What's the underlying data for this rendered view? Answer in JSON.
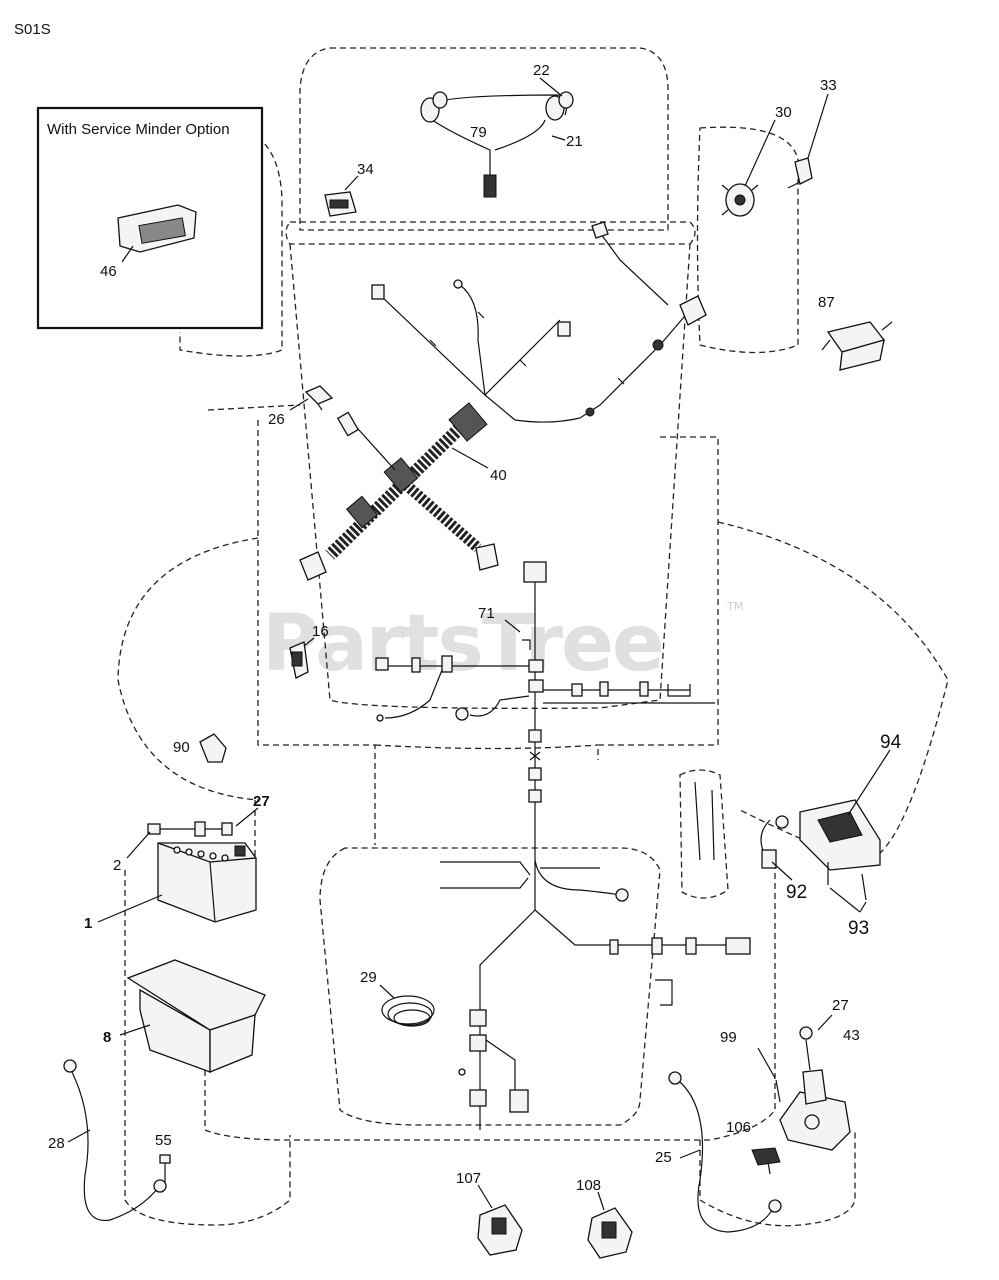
{
  "diagram_id": "S01S",
  "option_box": {
    "title": "With Service Minder Option",
    "part": "46"
  },
  "watermark": {
    "text": "PartsTree",
    "tm": "TM"
  },
  "labels": {
    "p1": "1",
    "p2": "2",
    "p8": "8",
    "p16": "16",
    "p21": "21",
    "p22": "22",
    "p25": "25",
    "p26": "26",
    "p27a": "27",
    "p27b": "27",
    "p28": "28",
    "p29": "29",
    "p30": "30",
    "p33": "33",
    "p34": "34",
    "p40": "40",
    "p43": "43",
    "p55": "55",
    "p71": "71",
    "p79": "79",
    "p87": "87",
    "p90": "90",
    "p92": "92",
    "p93": "93",
    "p94": "94",
    "p99": "99",
    "p106": "106",
    "p107": "107",
    "p108": "108"
  }
}
